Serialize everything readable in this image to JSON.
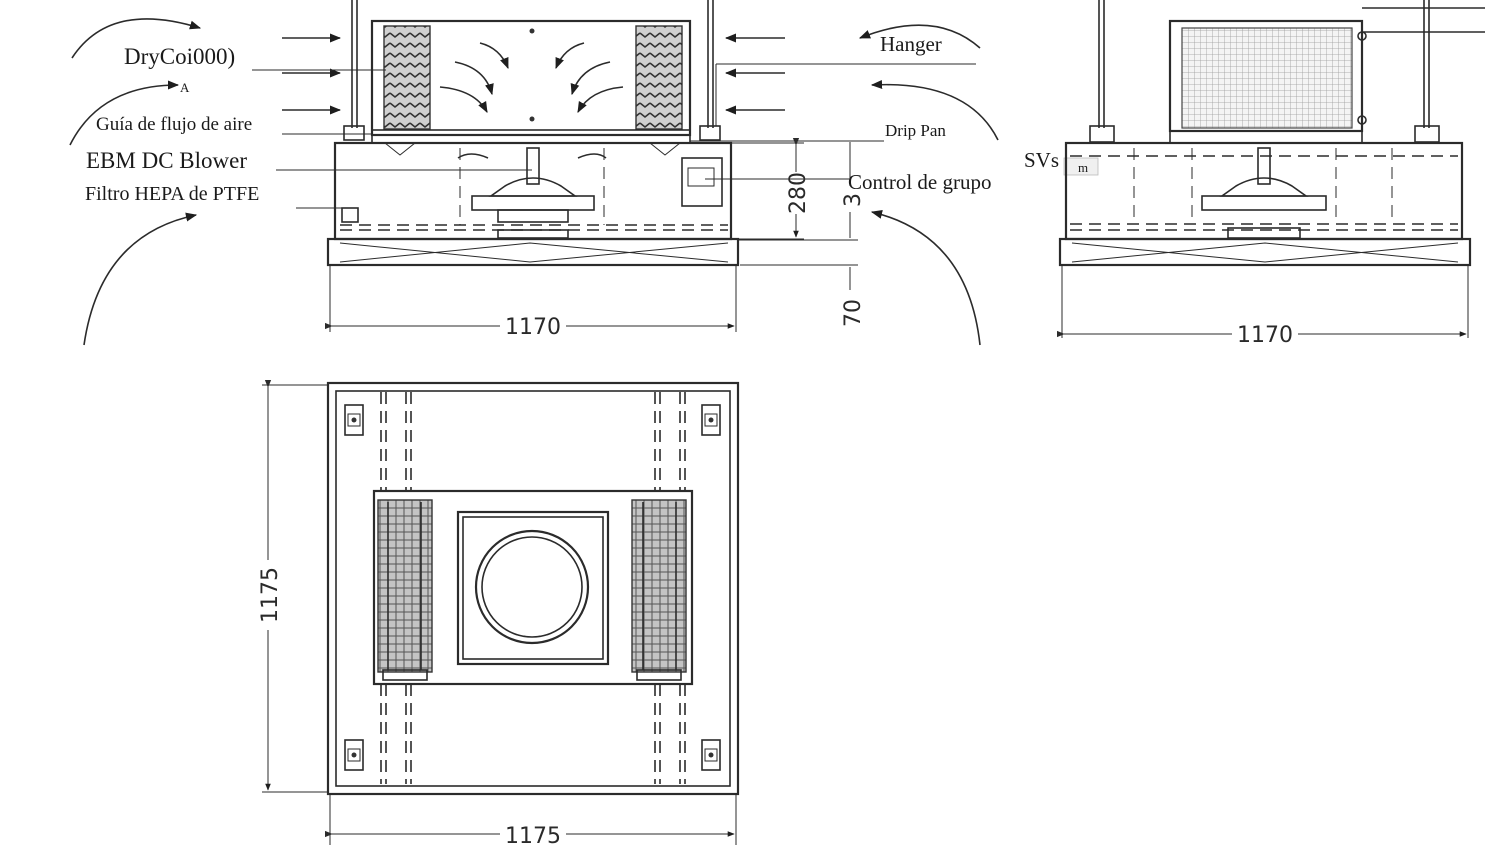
{
  "labels": {
    "dry_coil": "DryCoi000)",
    "dry_coil_sub": "A",
    "air_guide": "Guía de flujo de aire",
    "blower": "EBM DC Blower",
    "hepa": "Filtro HEPA de PTFE",
    "hanger": "Hanger",
    "drip_pan": "Drip Pan",
    "svs": "SVs",
    "svs_sub": "m",
    "group_control": "Control de grupo"
  },
  "dimensions": {
    "front_width": "1170",
    "front_height_280": "280",
    "front_height_3": "3",
    "front_bottom_70": "70",
    "side_width": "1170",
    "plan_width": "1175",
    "plan_height": "1175"
  },
  "colors": {
    "line": "#2b2b2b",
    "arrow": "#1e1e1e",
    "coil_fill": "#bdbdbd"
  }
}
